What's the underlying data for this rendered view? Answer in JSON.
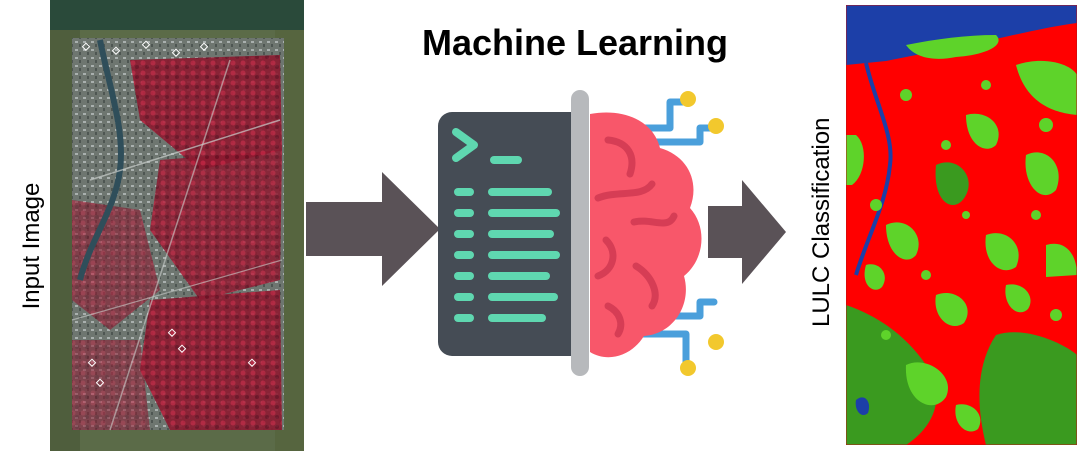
{
  "title": "Machine Learning",
  "labels": {
    "input": "Input Image",
    "output": "LULC Classification"
  },
  "colors": {
    "arrow": "#5a5257",
    "code_panel": "#454c55",
    "code_lines": "#5fd7b0",
    "divider": "#b7b9bc",
    "brain": "#f8576a",
    "brain_folds": "#d63d55",
    "circuit": "#4a9fdb",
    "circuit_nodes": "#f2c82d",
    "class_water": "#1c3fa8",
    "class_builtup": "#ff0000",
    "class_vegetation": "#5ed32a",
    "class_forest": "#3a9a1f"
  },
  "icons": [
    "right-arrow-icon",
    "code-terminal-icon",
    "brain-icon",
    "circuit-icon"
  ]
}
